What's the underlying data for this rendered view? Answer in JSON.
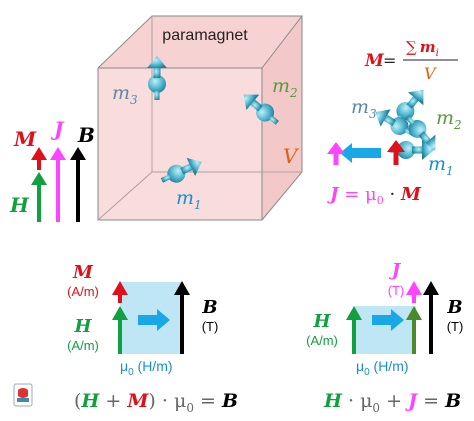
{
  "labels": {
    "paramagnet": "paramagnet",
    "m1": "m",
    "m1_sub": "1",
    "m2": "m",
    "m2_sub": "2",
    "m3": "m",
    "m3_sub": "3",
    "V": "V",
    "formula_M_lhs": "M",
    "formula_M_eq": "=",
    "formula_M_sum": "∑",
    "formula_M_mi": "m",
    "formula_M_i": "i",
    "formula_M_den": "V",
    "ring_m1": "m",
    "ring_m1_sub": "1",
    "ring_m2": "m",
    "ring_m2_sub": "2",
    "ring_m3": "m",
    "ring_m3_sub": "3",
    "J_eq_J": "J",
    "J_eq_rest": " = μ",
    "J_eq_sub": "0",
    "J_eq_dot": " · ",
    "J_eq_M": "M",
    "left_M": "M",
    "left_J": "J",
    "left_B": "B",
    "left_H": "H",
    "p1_M": "M",
    "p1_M_unit": "(A/m)",
    "p1_H": "H",
    "p1_H_unit": "(A/m)",
    "p1_B": "B",
    "p1_B_unit": "(T)",
    "p1_mu": "μ",
    "p1_mu_sub": "0",
    "p1_mu_unit": " (H/m)",
    "p2_J": "J",
    "p2_J_unit": "(T)",
    "p2_H": "H",
    "p2_H_unit": "(A/m)",
    "p2_B": "B",
    "p2_B_unit": "(T)",
    "p2_mu": "μ",
    "p2_mu_sub": "0",
    "p2_mu_unit": " (H/m)",
    "eq1_open": "(",
    "eq1_H": "H",
    "eq1_plus": " + ",
    "eq1_M": "M",
    "eq1_close": ") · μ",
    "eq1_sub": "0",
    "eq1_eq": " = ",
    "eq1_B": "B",
    "eq2_H": "H",
    "eq2_mid": " · μ",
    "eq2_sub": "0",
    "eq2_plus": " + ",
    "eq2_J": "J",
    "eq2_eq": " = ",
    "eq2_B": "B"
  },
  "colors": {
    "M": "#e0101a",
    "J": "#ff44ff",
    "H": "#10a040",
    "B": "#000000",
    "V": "#e06010",
    "m1": "#1a8fd0",
    "m2": "#5a9a3a",
    "m3": "#5a8aa8",
    "box_fill": "#f8d8d8",
    "panel_fill": "#bfe6f5",
    "flow_arrow": "#18a8e8"
  },
  "icons": [
    "magnetic-moment-icon",
    "logo-icon"
  ]
}
